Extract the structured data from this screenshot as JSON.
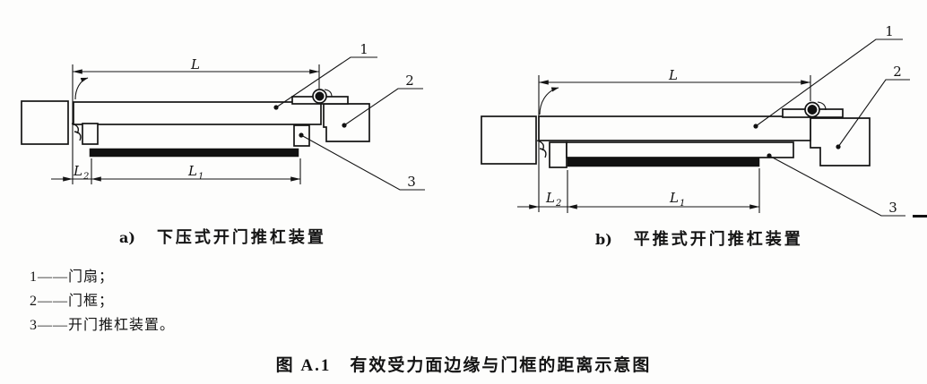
{
  "diagram_a": {
    "dim_L": "L",
    "dim_L1": {
      "base": "L",
      "sub": "1"
    },
    "dim_L2": {
      "base": "L",
      "sub": "2"
    },
    "callout_1": "1",
    "callout_2": "2",
    "callout_3": "3",
    "caption_label": "a)",
    "caption_text": "下压式开门推杠装置"
  },
  "diagram_b": {
    "dim_L": "L",
    "dim_L1": {
      "base": "L",
      "sub": "1"
    },
    "dim_L2": {
      "base": "L",
      "sub": "2"
    },
    "callout_1": "1",
    "callout_2": "2",
    "callout_3": "3",
    "caption_label": "b)",
    "caption_text": "平推式开门推杠装置"
  },
  "legend": {
    "item_1": "1——门扇；",
    "item_2": "2——门框；",
    "item_3": "3——开门推杠装置。"
  },
  "figure_title": "图 A.1　有效受力面边缘与门框的距离示意图",
  "line_color": "#141414"
}
